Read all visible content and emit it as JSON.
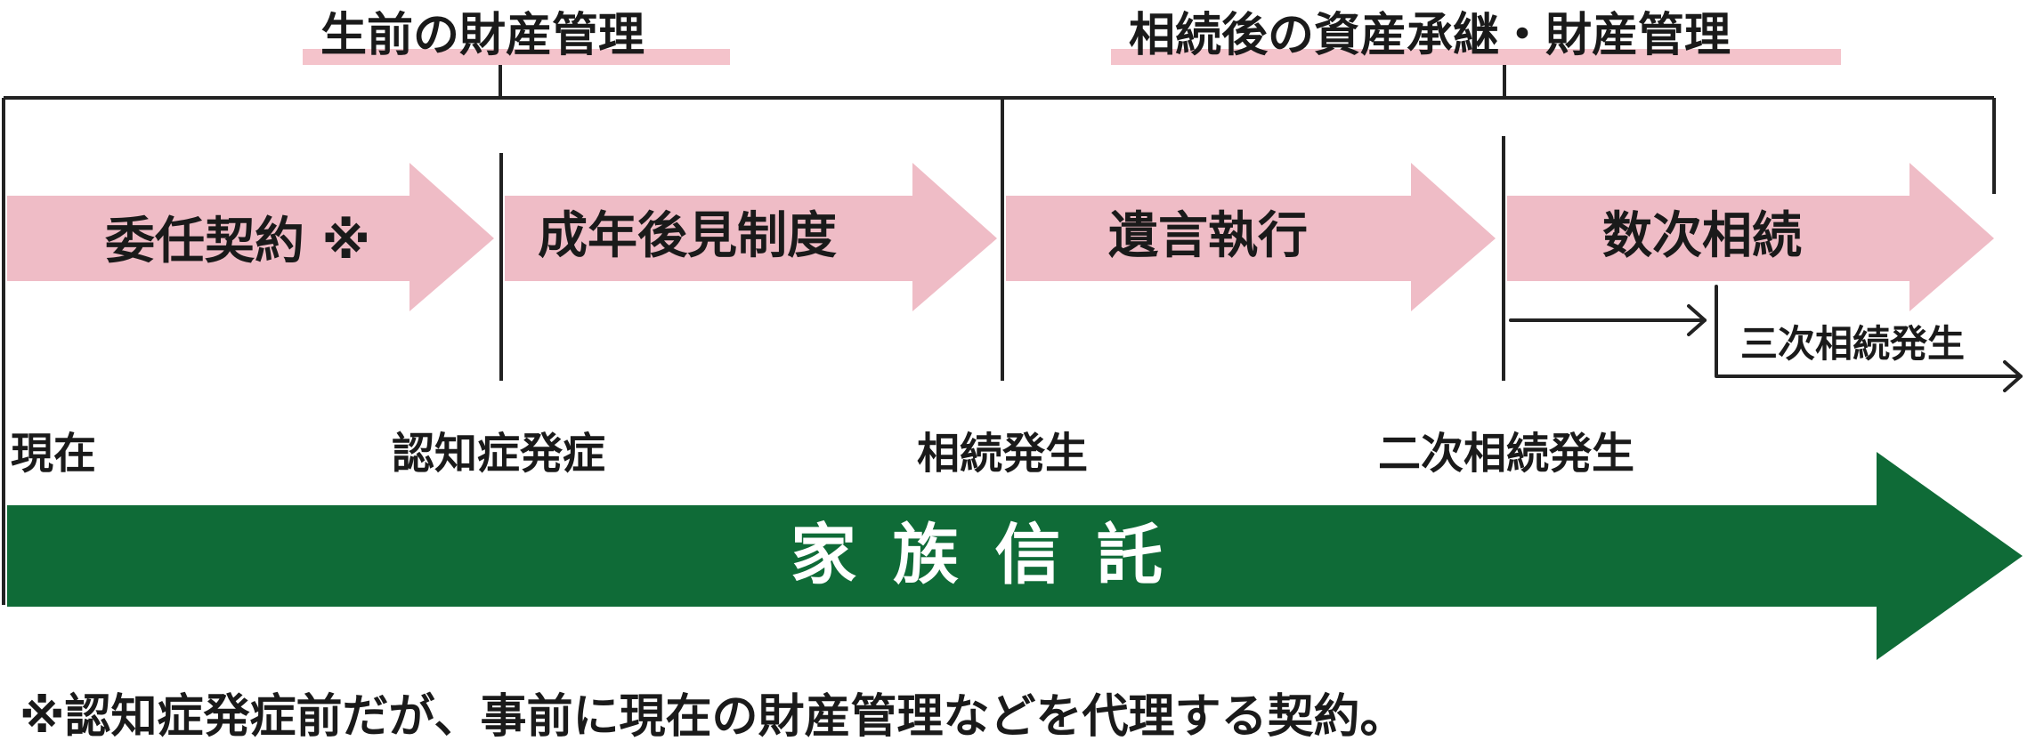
{
  "headings": {
    "left": "生前の財産管理",
    "right": "相続後の資産承継・財産管理"
  },
  "phases": [
    {
      "label": "委任契約 ※"
    },
    {
      "label": "成年後見制度"
    },
    {
      "label": "遺言執行"
    },
    {
      "label": "数次相続"
    }
  ],
  "sub_event": "三次相続発生",
  "milestones": [
    "現在",
    "認知症発症",
    "相続発生",
    "二次相続発生"
  ],
  "trust_label": "家族信託",
  "footnote": "※認知症発症前だが、事前に現在の財産管理などを代理する契約。",
  "colors": {
    "phase_arrow": "#efbcc6",
    "heading_highlight": "#f4c3cb",
    "trust_arrow": "#0f6b37",
    "line": "#222222"
  }
}
